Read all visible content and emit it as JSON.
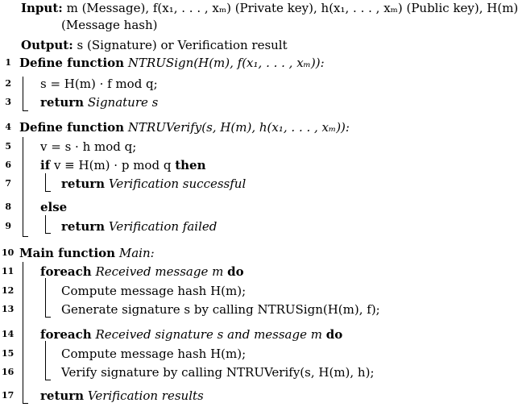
{
  "io": {
    "input_label": "Input:",
    "input_text": "m (Message), f(x₁, . . . , xₘ) (Private key), h(x₁, . . . , xₘ) (Public key), H(m)",
    "input_text_cont": "(Message hash)",
    "output_label": "Output:",
    "output_text": "s (Signature) or Verification result"
  },
  "lines": [
    {
      "no": "1",
      "kw": "Define function",
      "body": "NTRUSign(H(m), f(x₁, . . . , xₘ)):"
    },
    {
      "no": "2",
      "kw": "",
      "body": "s = H(m) · f  mod q;"
    },
    {
      "no": "3",
      "kw": "return",
      "body": "Signature s"
    },
    {
      "no": "4",
      "kw": "Define function",
      "body": "NTRUVerify(s, H(m), h(x₁, . . . , xₘ)):"
    },
    {
      "no": "5",
      "kw": "",
      "body": "v = s · h  mod q;"
    },
    {
      "no": "6",
      "kw": "if",
      "body": "v ≡ H(m) · p  mod q",
      "kw2": "then"
    },
    {
      "no": "7",
      "kw": "return",
      "body": "Verification successful"
    },
    {
      "no": "8",
      "kw": "else",
      "body": ""
    },
    {
      "no": "9",
      "kw": "return",
      "body": "Verification failed"
    },
    {
      "no": "10",
      "kw": "Main function",
      "body": "Main:"
    },
    {
      "no": "11",
      "kw": "foreach",
      "body": "Received message m",
      "kw2": "do"
    },
    {
      "no": "12",
      "kw": "",
      "body": "Compute message hash H(m);"
    },
    {
      "no": "13",
      "kw": "",
      "body": "Generate signature s by calling NTRUSign(H(m), f);"
    },
    {
      "no": "14",
      "kw": "foreach",
      "body": "Received signature s and message m",
      "kw2": "do"
    },
    {
      "no": "15",
      "kw": "",
      "body": "Compute message hash H(m);"
    },
    {
      "no": "16",
      "kw": "",
      "body": "Verify signature by calling NTRUVerify(s, H(m), h);"
    },
    {
      "no": "17",
      "kw": "return",
      "body": "Verification results"
    }
  ]
}
